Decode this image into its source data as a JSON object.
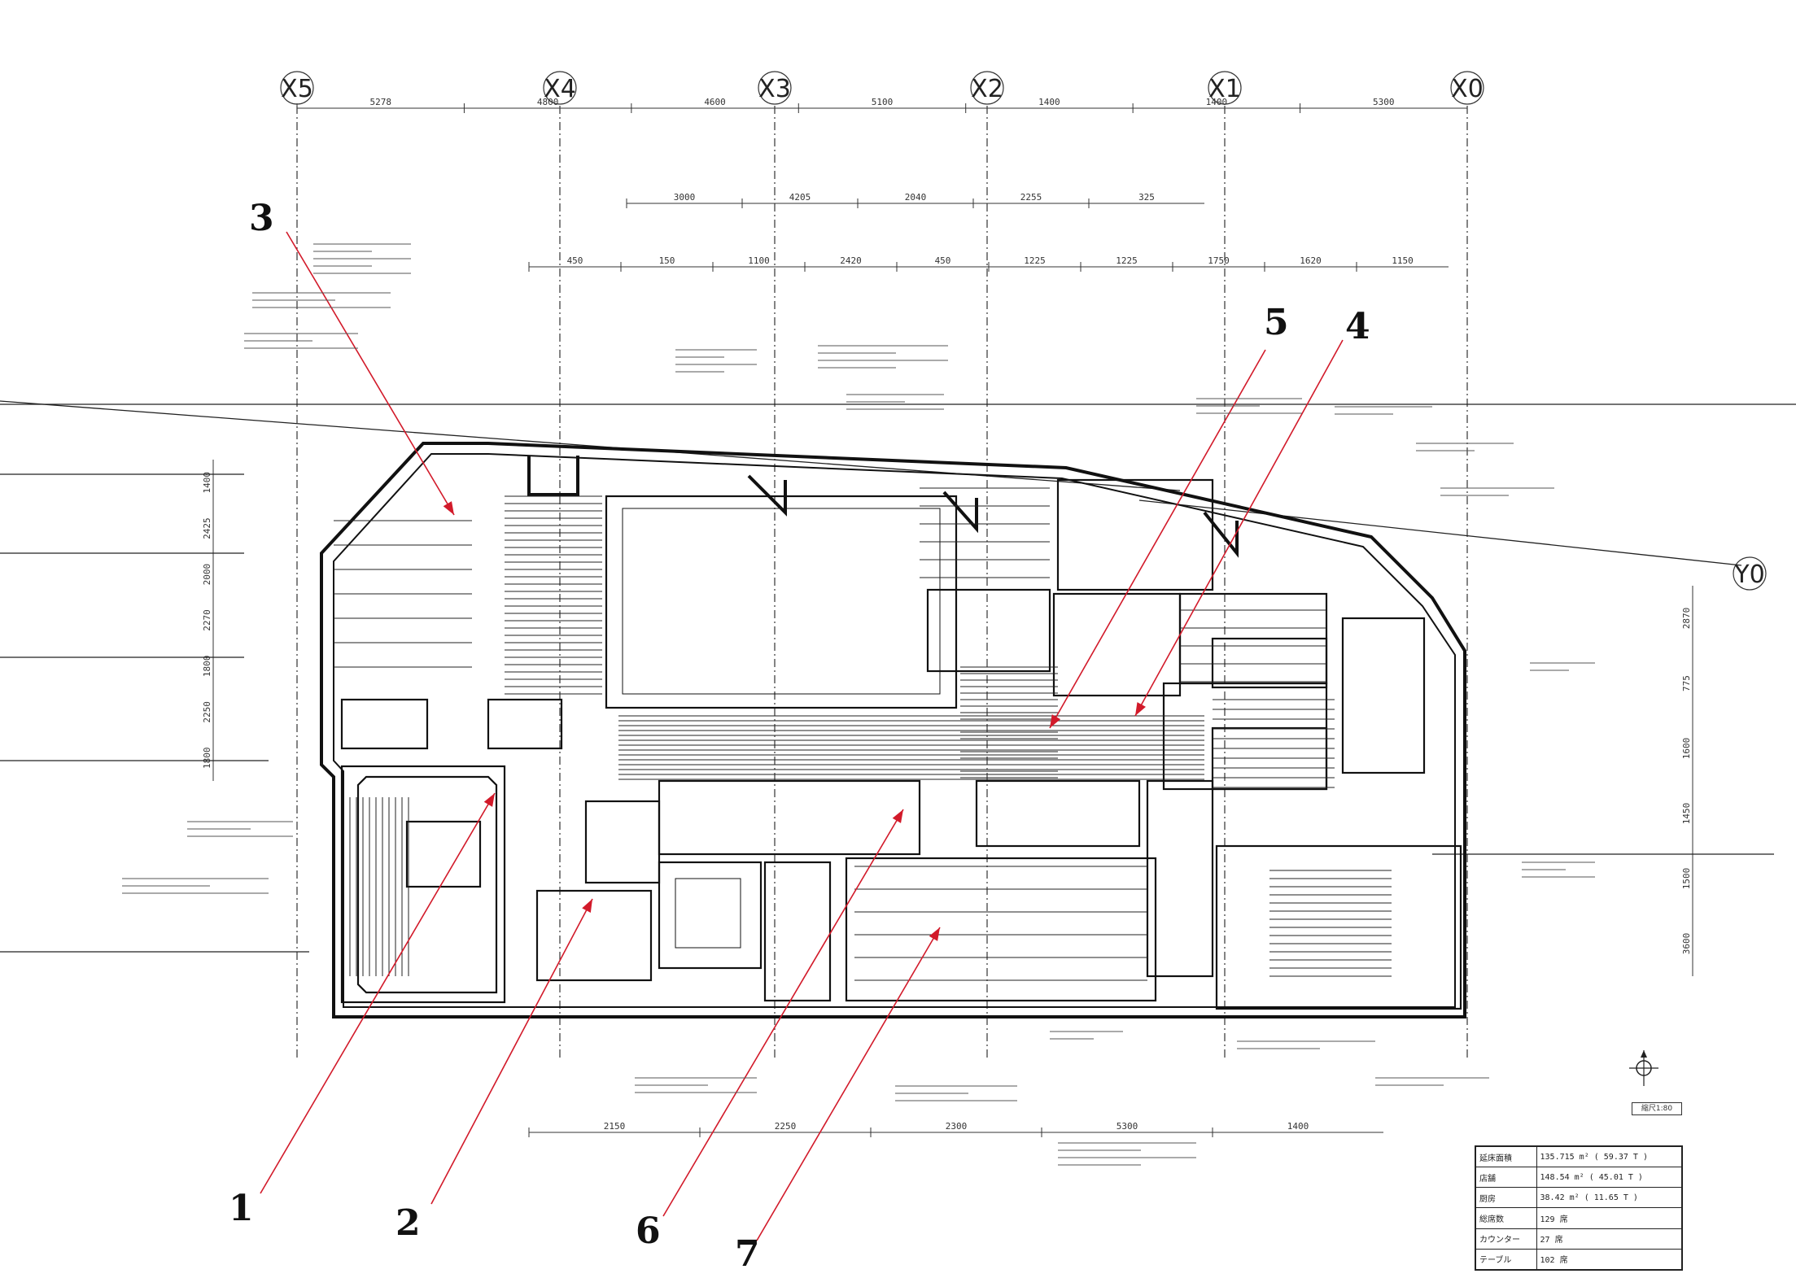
{
  "grid_lines": {
    "x": [
      "X5",
      "X4",
      "X3",
      "X2",
      "X1",
      "X0"
    ],
    "y": [
      "Y0"
    ]
  },
  "callouts": [
    "1",
    "2",
    "3",
    "4",
    "5",
    "6",
    "7"
  ],
  "top_dimensions": [
    "5278",
    "4800",
    "4600",
    "5100",
    "1400",
    "1400",
    "5300"
  ],
  "row2_dimensions": [
    "3000",
    "4205",
    "2040",
    "2255",
    "325"
  ],
  "row3_dimensions": [
    "450",
    "150",
    "1100",
    "2420",
    "450",
    "1225",
    "1225",
    "1750",
    "1620",
    "1150"
  ],
  "bottom_dimensions": [
    "2150",
    "2250",
    "2300",
    "5300",
    "1400"
  ],
  "left_dimensions": [
    "1400",
    "2425",
    "2000",
    "2270",
    "1800",
    "2250",
    "1800"
  ],
  "right_dimensions": [
    "2870",
    "775",
    "1600",
    "1450",
    "1500",
    "3600"
  ],
  "area_table": {
    "rows": [
      [
        "延床面積",
        "135.715 m² ( 59.37 T )"
      ],
      [
        "店舗",
        "148.54 m² ( 45.01 T )"
      ],
      [
        "厨房",
        "38.42 m² ( 11.65 T )"
      ],
      [
        "総席数",
        "129 席"
      ],
      [
        "カウンター",
        "27 席"
      ],
      [
        "テーブル",
        "102 席"
      ]
    ]
  },
  "scale_label": "縮尺1:80",
  "colors": {
    "line": "#1a1a1a",
    "callout": "#d21a2a",
    "paper": "#ffffff"
  }
}
